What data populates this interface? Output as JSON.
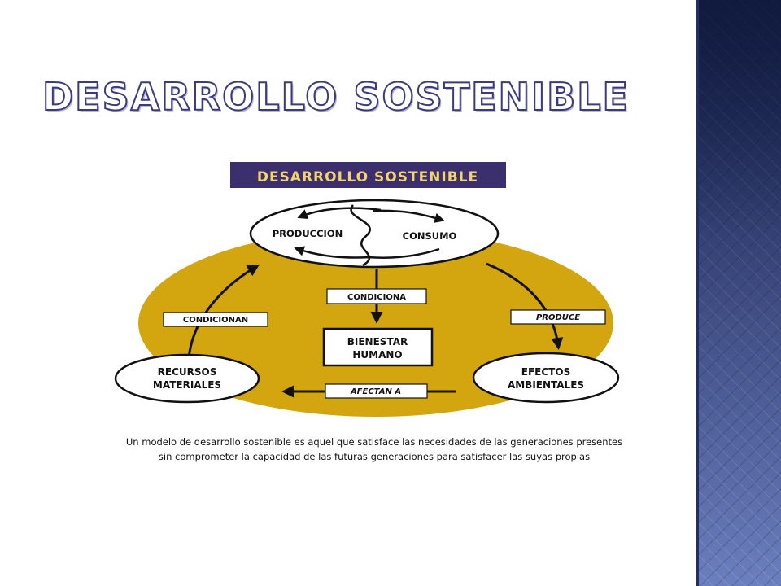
{
  "slide": {
    "title": "DESARROLLO SOSTENIBLE"
  },
  "diagram": {
    "banner": "DESARROLLO  SOSTENIBLE",
    "nodes": {
      "production": "PRODUCCION",
      "consumption": "CONSUMO",
      "wellbeing_line1": "BIENESTAR",
      "wellbeing_line2": "HUMANO",
      "resources_line1": "RECURSOS",
      "resources_line2": "MATERIALES",
      "effects_line1": "EFECTOS",
      "effects_line2": "AMBIENTALES"
    },
    "edges": {
      "conditions": "CONDICIONA",
      "condition_plural": "CONDICIONAN",
      "produces": "PRODUCE",
      "affect": "AFECTAN A"
    },
    "caption_line1": "Un modelo de desarrollo sostenible es aquel que satisface las necesidades de las generaciones presentes",
    "caption_line2": "sin comprometer la capacidad de las futuras generaciones para satisfacer las suyas propias"
  },
  "colors": {
    "ellipse_fill": "#d3a50f",
    "banner_fill": "#3c2f6e",
    "banner_text": "#f3d56a",
    "panel": "#4d5c97"
  }
}
